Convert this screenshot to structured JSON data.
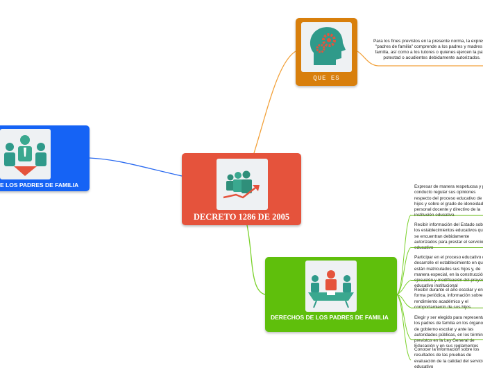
{
  "central": {
    "title": "DECRETO 1286 DE 2005",
    "color": "#e5533c",
    "icon": "business-growth-icon"
  },
  "que_es": {
    "title": "QUE ES",
    "color": "#d87f0c",
    "icon": "brain-gears-icon",
    "definition": "Para los fines previstos en la presente norma, la expresión \"padres de familia\" comprende a los padres y madres de familia, así como a los tutores o quienes ejercen la patria potestad o acudientes debidamente autorizados."
  },
  "deberes": {
    "title": "E LOS PADRES DE FAMILIA",
    "color": "#1563f5",
    "icon": "team-download-icon"
  },
  "derechos": {
    "title": "DERECHOS DE LOS PADRES DE FAMILIA",
    "color": "#5fbf0c",
    "icon": "meeting-table-icon",
    "items": [
      "Expresar de manera respetuosa y por conducto regular sus opiniones respecto del proceso educativo de sus hijos y sobre el grado de idoneidad del personal docente y directivo de la institución educativa",
      "Recibir información del Estado sobre los establecimientos educativos que se encuentran debidamente autorizados para prestar el servicio educativo",
      "Participar en el proceso educativo que desarrolle el establecimiento en que están matriculados sus hijos y, de manera especial, en la construcción, ejecución y modificación del proyecto educativo institucional",
      "Recibir durante el año escolar y en forma periódica, información sobre el rendimiento académico y el comportamiento de sus hijos",
      "Elegir y ser elegido para representar a los padres de familia en los órganos de gobierno escolar y ante las autoridades públicas, en los términos previstos en la Ley General de Educación y en sus reglamentos",
      "Conocer la información sobre los resultados de las pruebas de evaluación de la calidad del servicio educativo"
    ]
  }
}
